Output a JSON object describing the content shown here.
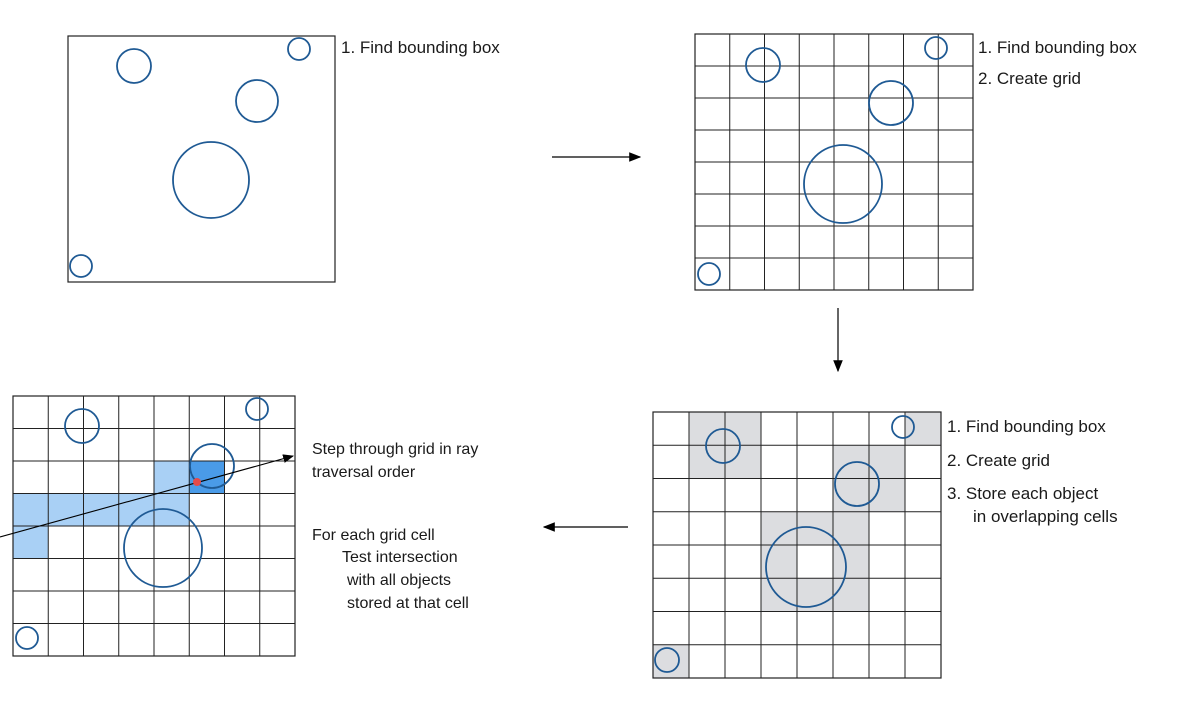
{
  "colors": {
    "circle": "#1f5a94",
    "frame": "#222222",
    "grid": "#222222",
    "occupied_cell": "#dcdde0",
    "traversed_cell": "#a9d0f5",
    "hit_cell": "#4a9be8",
    "hit_point": "#e54b4b",
    "arrow": "#000000"
  },
  "panel1": {
    "steps": [
      "1.  Find bounding box"
    ]
  },
  "panel2": {
    "steps": [
      "1.  Find bounding box",
      "2.  Create grid"
    ]
  },
  "panel3": {
    "steps": [
      "1.  Find bounding box",
      "2.  Create grid",
      "3.  Store each object",
      "in overlapping cells"
    ]
  },
  "panel4": {
    "step_through": [
      "Step through grid in ray",
      "traversal order"
    ],
    "for_each": [
      "For each grid cell",
      "Test intersection",
      "with all objects",
      "stored at that cell"
    ]
  }
}
